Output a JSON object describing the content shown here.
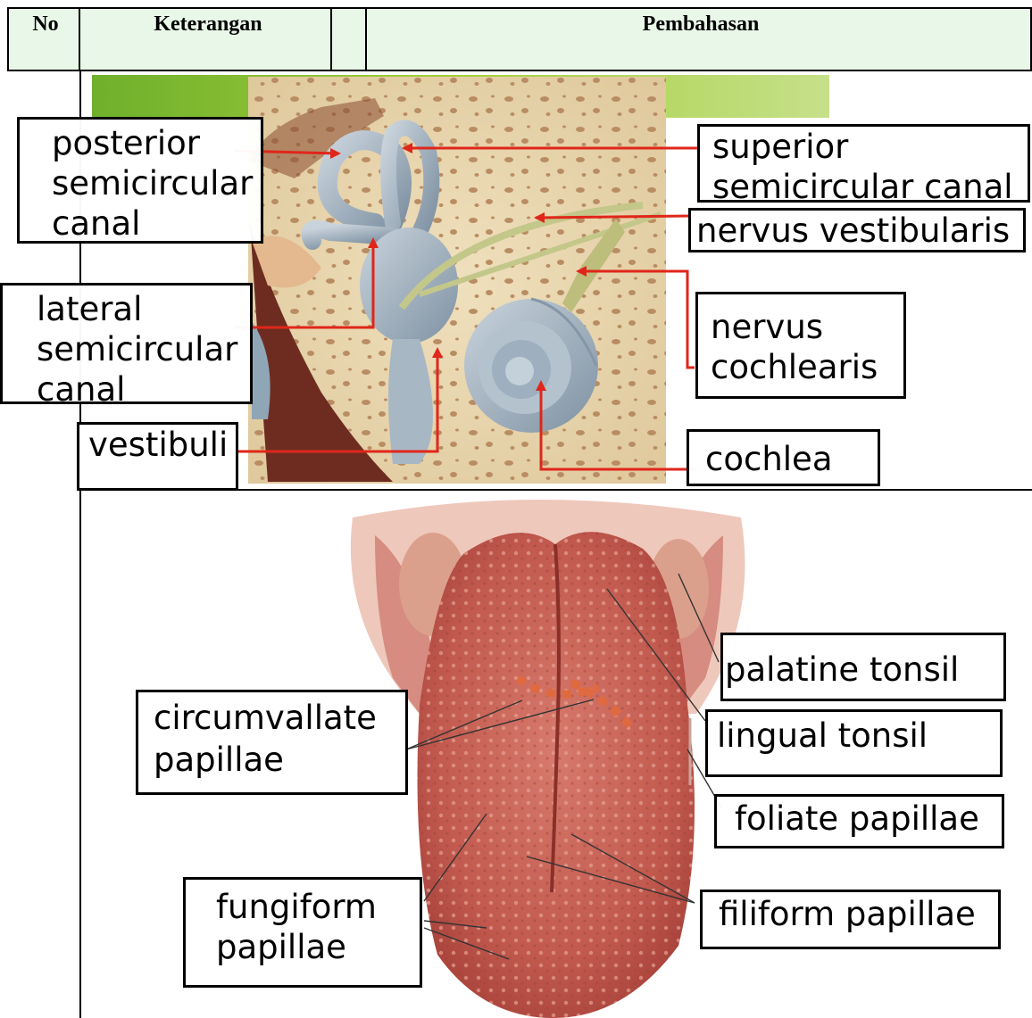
{
  "table": {
    "headers": {
      "no": "No",
      "keterangan": "Keterangan",
      "pembahasan": "Pembahasan"
    }
  },
  "ear": {
    "labels": {
      "posterior": [
        "posterior",
        "semicircular",
        "canal"
      ],
      "superior": [
        "superior",
        "semicircular canal"
      ],
      "nervus_vestibularis": "nervus vestibularis",
      "lateral": [
        "lateral",
        "semicircular",
        "canal"
      ],
      "nervus_cochlearis": [
        "nervus",
        "cochlearis"
      ],
      "vestibuli": "vestibuli",
      "cochlea": "cochlea"
    }
  },
  "tongue": {
    "labels": {
      "palatine_tonsil": "palatine tonsil",
      "circumvallate": [
        "circumvallate",
        "papillae"
      ],
      "lingual_tonsil": "lingual tonsil",
      "foliate_papillae": "foliate papillae",
      "fungiform": [
        "fungiform",
        "papillae"
      ],
      "filiform_papillae": "filiform papillae"
    }
  },
  "colors": {
    "header_bg": "#e9f7e9",
    "leader_red": "#e0261a",
    "bone": "#ead9b4",
    "tongue": "#c25a4f"
  }
}
